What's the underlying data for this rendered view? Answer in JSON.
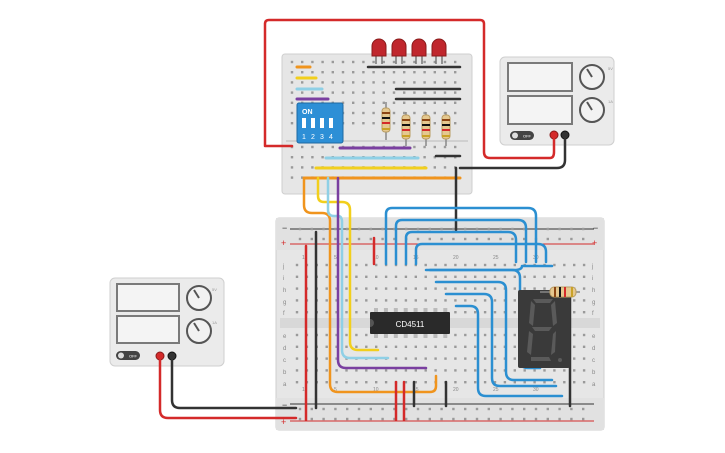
{
  "colors": {
    "wire_red": "#d42a2a",
    "wire_black": "#333333",
    "wire_blue": "#2b8fd1",
    "wire_yellow": "#f2cf1c",
    "wire_orange": "#f0941d",
    "wire_purple": "#7a3fa0",
    "wire_cyan": "#8fd0e6",
    "board": "#e6e6e6",
    "board_rail": "#d9d9d9",
    "hole": "#9a9a9a",
    "led": "#c0272d",
    "dip": "#2d8fd6",
    "chip": "#2a2a2a",
    "segment": "#3a3a3a",
    "supply_body": "#e9e9e9"
  },
  "icons": {
    "toggle": "power-toggle-icon",
    "knob": "voltage-knob-icon",
    "terminal_pos": "positive-terminal-icon",
    "terminal_neg": "negative-terminal-icon"
  },
  "dip_switch": {
    "on_label": "ON",
    "numbers": [
      "1",
      "2",
      "3",
      "4"
    ]
  },
  "chip": {
    "label": "CD4511"
  },
  "main_board": {
    "plus": "+",
    "minus": "−",
    "col_numbers_top": [
      "1",
      "5",
      "10",
      "15",
      "20",
      "25",
      "30"
    ],
    "col_numbers_bottom": [
      "1",
      "5",
      "10",
      "15",
      "20",
      "25",
      "30"
    ],
    "row_letters_top": [
      "j",
      "i",
      "h",
      "g",
      "f"
    ],
    "row_letters_bottom": [
      "e",
      "d",
      "c",
      "b",
      "a"
    ]
  },
  "supply_top": {
    "toggle_label": "OFF",
    "knob_labels": [
      "5V",
      "1A"
    ]
  },
  "supply_left": {
    "toggle_label": "OFF",
    "knob_labels": [
      "5V",
      "1A"
    ]
  }
}
